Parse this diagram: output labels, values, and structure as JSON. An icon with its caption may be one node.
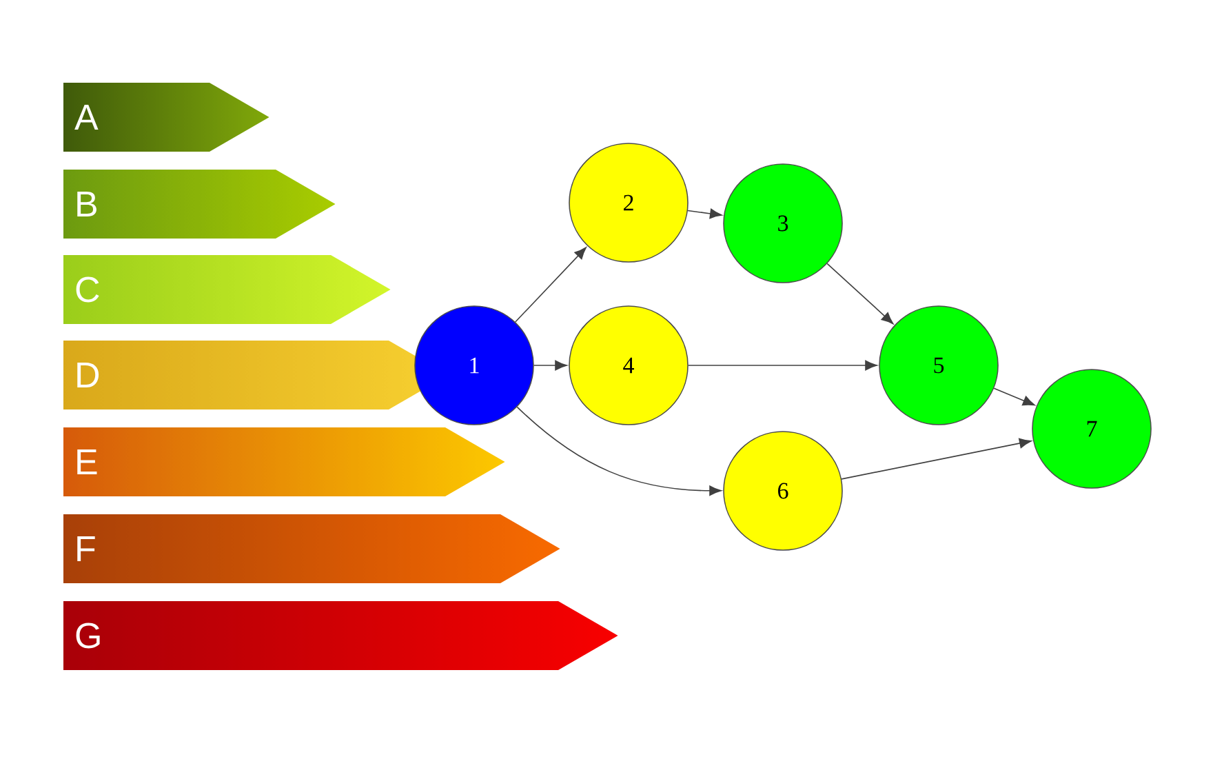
{
  "diagram": {
    "nodes": [
      {
        "text": [
          "A"
        ]
      },
      {
        "text": [
          "B"
        ]
      },
      {
        "text": [
          "C"
        ]
      },
      {
        "text": [
          "D"
        ]
      },
      {
        "text": [
          "E"
        ]
      },
      {
        "text": [
          "F"
        ]
      },
      {
        "text": [
          "G"
        ]
      },
      {
        "text": [
          "1"
        ]
      },
      {
        "text": [
          "2"
        ]
      },
      {
        "text": [
          "3"
        ]
      },
      {
        "text": [
          "4"
        ]
      },
      {
        "text": [
          "5"
        ]
      },
      {
        "text": [
          "6"
        ]
      },
      {
        "text": [
          "7"
        ]
      }
    ],
    "edges": [
      {
        "from": 7,
        "to": 8,
        "arrow": "to"
      },
      {
        "from": 8,
        "to": 9,
        "arrow": "to"
      },
      {
        "from": 7,
        "to": 10,
        "arrow": "to"
      },
      {
        "from": 9,
        "to": 11,
        "arrow": "to"
      },
      {
        "from": 10,
        "to": 11,
        "arrow": "to"
      },
      {
        "from": 7,
        "to": 12,
        "arrow": "to"
      },
      {
        "from": 11,
        "to": 13,
        "arrow": "to"
      },
      {
        "from": 12,
        "to": 13,
        "arrow": "to"
      }
    ]
  }
}
